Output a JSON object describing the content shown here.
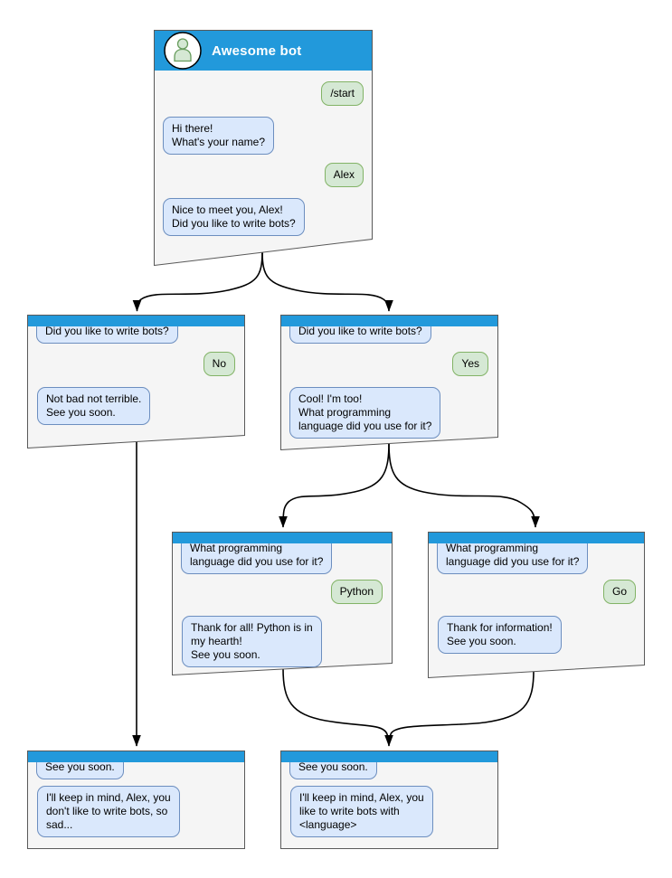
{
  "diagram": {
    "name": "telegram-bot-conversation-flow",
    "colors": {
      "header_blue": "#2299DB",
      "window_fill": "#F5F5F5",
      "window_border": "#595959",
      "bot_bubble_fill": "#DAE8FC",
      "bot_bubble_border": "#6C8EBF",
      "user_bubble_fill": "#D5E8D4",
      "user_bubble_border": "#82B366",
      "arrow": "#000000",
      "avatar_fill": "#D5E8D4",
      "avatar_stroke": "#679C5C"
    },
    "icons": {
      "avatar": "person-icon"
    },
    "windows": {
      "start": {
        "title": "Awesome bot",
        "messages": [
          {
            "from": "user",
            "text": "/start"
          },
          {
            "from": "bot",
            "text": "Hi there!\nWhat's your name?"
          },
          {
            "from": "user",
            "text": "Alex"
          },
          {
            "from": "bot",
            "text": "Nice to meet you, Alex!\nDid you like to write bots?"
          }
        ]
      },
      "no": {
        "messages": [
          {
            "from": "bot",
            "text": "Did you like to write bots?"
          },
          {
            "from": "user",
            "text": "No"
          },
          {
            "from": "bot",
            "text": "Not bad not terrible.\nSee you soon."
          }
        ]
      },
      "yes": {
        "messages": [
          {
            "from": "bot",
            "text": "Did you like to write bots?"
          },
          {
            "from": "user",
            "text": "Yes"
          },
          {
            "from": "bot",
            "text": "Cool! I'm too!\nWhat programming\nlanguage did you use for it?"
          }
        ]
      },
      "python": {
        "messages": [
          {
            "from": "bot",
            "text": "What programming\nlanguage did you use for it?"
          },
          {
            "from": "user",
            "text": "Python"
          },
          {
            "from": "bot",
            "text": "Thank for all! Python is in\nmy hearth!\nSee you soon."
          }
        ]
      },
      "go": {
        "messages": [
          {
            "from": "bot",
            "text": "What programming\nlanguage did you use for it?"
          },
          {
            "from": "user",
            "text": "Go"
          },
          {
            "from": "bot",
            "text": "Thank for information!\nSee you soon."
          }
        ]
      },
      "end_no": {
        "messages": [
          {
            "from": "bot",
            "text": "See you soon."
          },
          {
            "from": "bot",
            "text": "I'll keep in mind, Alex, you\ndon't like to write bots, so\nsad..."
          }
        ]
      },
      "end_yes": {
        "messages": [
          {
            "from": "bot",
            "text": "See you soon."
          },
          {
            "from": "bot",
            "text": "I'll keep in mind, Alex, you\nlike to write bots with\n<language>"
          }
        ]
      }
    },
    "edges": [
      {
        "from": "start",
        "to": "no"
      },
      {
        "from": "start",
        "to": "yes"
      },
      {
        "from": "yes",
        "to": "python"
      },
      {
        "from": "yes",
        "to": "go"
      },
      {
        "from": "no",
        "to": "end_no"
      },
      {
        "from": "python",
        "to": "end_yes"
      },
      {
        "from": "go",
        "to": "end_yes"
      }
    ]
  }
}
